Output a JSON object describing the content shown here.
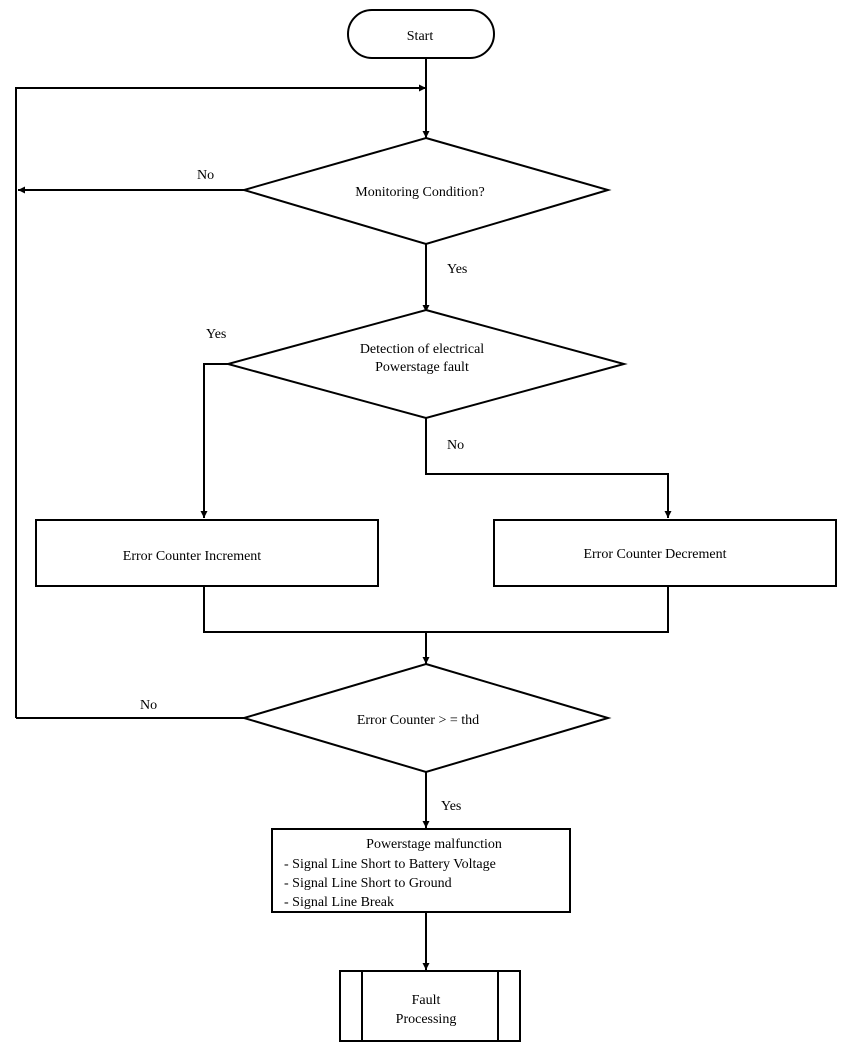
{
  "nodes": {
    "start": "Start",
    "monitoring": "Monitoring Condition?",
    "detection_line1": "Detection of electrical",
    "detection_line2": "Powerstage fault",
    "increment": "Error Counter Increment",
    "decrement": "Error Counter Decrement",
    "threshold": "Error Counter > = thd",
    "malfunction_title": "Powerstage malfunction",
    "malfunction_items": [
      "- Signal Line Short to Battery Voltage",
      "- Signal Line Short to Ground",
      "- Signal Line Break"
    ],
    "fault_line1": "Fault",
    "fault_line2": "Processing"
  },
  "edges": {
    "monitoring_no": "No",
    "monitoring_yes": "Yes",
    "detection_yes": "Yes",
    "detection_no": "No",
    "threshold_no": "No",
    "threshold_yes": "Yes"
  }
}
